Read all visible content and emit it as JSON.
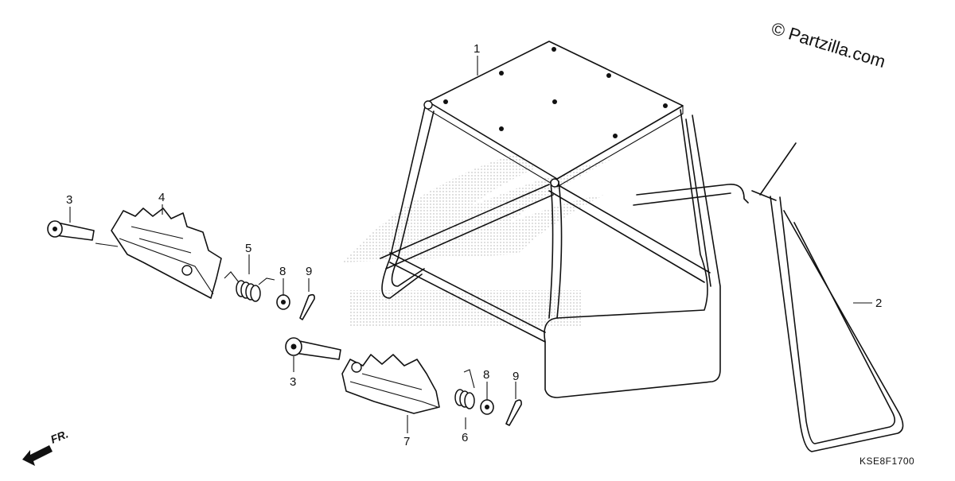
{
  "watermark": {
    "text": "© Partzilla.com"
  },
  "diagram_code": "KSE8F1700",
  "direction_label": "FR.",
  "callouts": [
    {
      "id": "callout-1",
      "label": "1"
    },
    {
      "id": "callout-2",
      "label": "2"
    },
    {
      "id": "callout-3a",
      "label": "3"
    },
    {
      "id": "callout-3b",
      "label": "3"
    },
    {
      "id": "callout-4",
      "label": "4"
    },
    {
      "id": "callout-5",
      "label": "5"
    },
    {
      "id": "callout-6",
      "label": "6"
    },
    {
      "id": "callout-7",
      "label": "7"
    },
    {
      "id": "callout-8a",
      "label": "8"
    },
    {
      "id": "callout-8b",
      "label": "8"
    },
    {
      "id": "callout-9a",
      "label": "9"
    },
    {
      "id": "callout-9b",
      "label": "9"
    }
  ]
}
